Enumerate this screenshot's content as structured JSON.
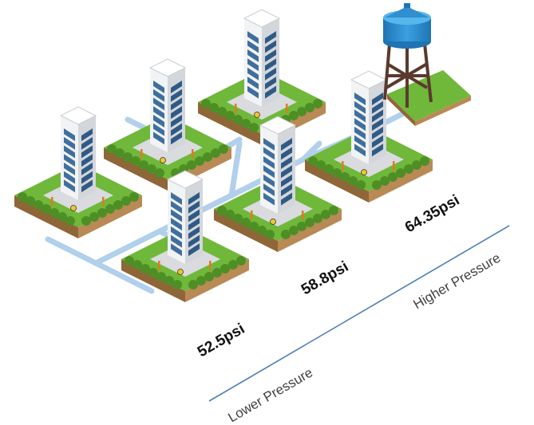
{
  "labels": {
    "pressure_low_block": "52.5psi",
    "pressure_mid_block": "58.8psi",
    "pressure_high_block": "64.35psi",
    "axis_low": "Lower Pressure",
    "axis_high": "Higher Pressure"
  },
  "colors": {
    "grass": "#6fb83a",
    "grass_dark": "#4e8f25",
    "soil": "#b98a55",
    "soil_dark": "#8f6637",
    "pavement": "#d9dbde",
    "building_wall": "#f2f3f5",
    "building_shade": "#d3d6db",
    "window": "#3f6f9e",
    "pipe": "#9cc3e6",
    "tank": "#2f8fd0",
    "tower_leg": "#5a3a2e",
    "axis_line": "#4f7fb8"
  }
}
